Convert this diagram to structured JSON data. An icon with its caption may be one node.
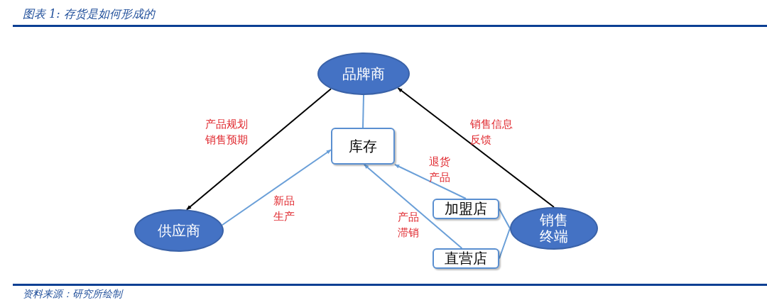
{
  "diagram": {
    "title": "图表 1:  存货是如何形成的",
    "caption": "资料来源：研究所绘制",
    "nodes": [
      {
        "text": [
          "品牌商"
        ]
      },
      {
        "text": [
          "库存"
        ]
      },
      {
        "text": [
          "供应商"
        ]
      },
      {
        "text": [
          "加盟店"
        ]
      },
      {
        "text": [
          "直营店"
        ]
      },
      {
        "text": [
          "销售终端"
        ]
      }
    ],
    "edges": [
      {
        "from": 0,
        "to": 2,
        "arrow": "to",
        "label": "产品规划销售预期",
        "color": "#000000"
      },
      {
        "from": 5,
        "to": 0,
        "arrow": "to",
        "label": "销售信息反馈",
        "color": "#000000"
      },
      {
        "from": 0,
        "to": 1,
        "arrow": "none"
      },
      {
        "from": 2,
        "to": 1,
        "arrow": "to",
        "label": "新品生产"
      },
      {
        "from": 3,
        "to": 1,
        "arrow": "to",
        "label": "退货产品"
      },
      {
        "from": 4,
        "to": 1,
        "arrow": "to",
        "label": "产品滞销"
      },
      {
        "from": 3,
        "to": 5,
        "arrow": "none"
      },
      {
        "from": 4,
        "to": 5,
        "arrow": "none"
      }
    ]
  }
}
